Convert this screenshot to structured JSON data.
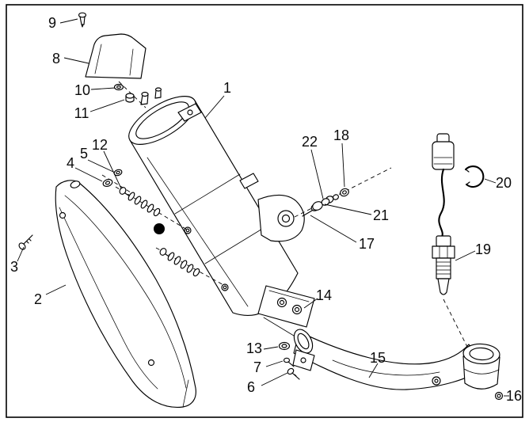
{
  "page": {
    "background_color": "#ffffff",
    "line_color": "#000000",
    "kind": "exploded parts diagram"
  },
  "labels": {
    "p1": "1",
    "p2": "2",
    "p3": "3",
    "p4": "4",
    "p5": "5",
    "p6": "6",
    "p7": "7",
    "p8": "8",
    "p9": "9",
    "p10": "10",
    "p11": "11",
    "p12": "12",
    "p13": "13",
    "p14": "14",
    "p15": "15",
    "p16": "16",
    "p17": "17",
    "p18": "18",
    "p19": "19",
    "p20": "20",
    "p21": "21",
    "p22": "22"
  }
}
